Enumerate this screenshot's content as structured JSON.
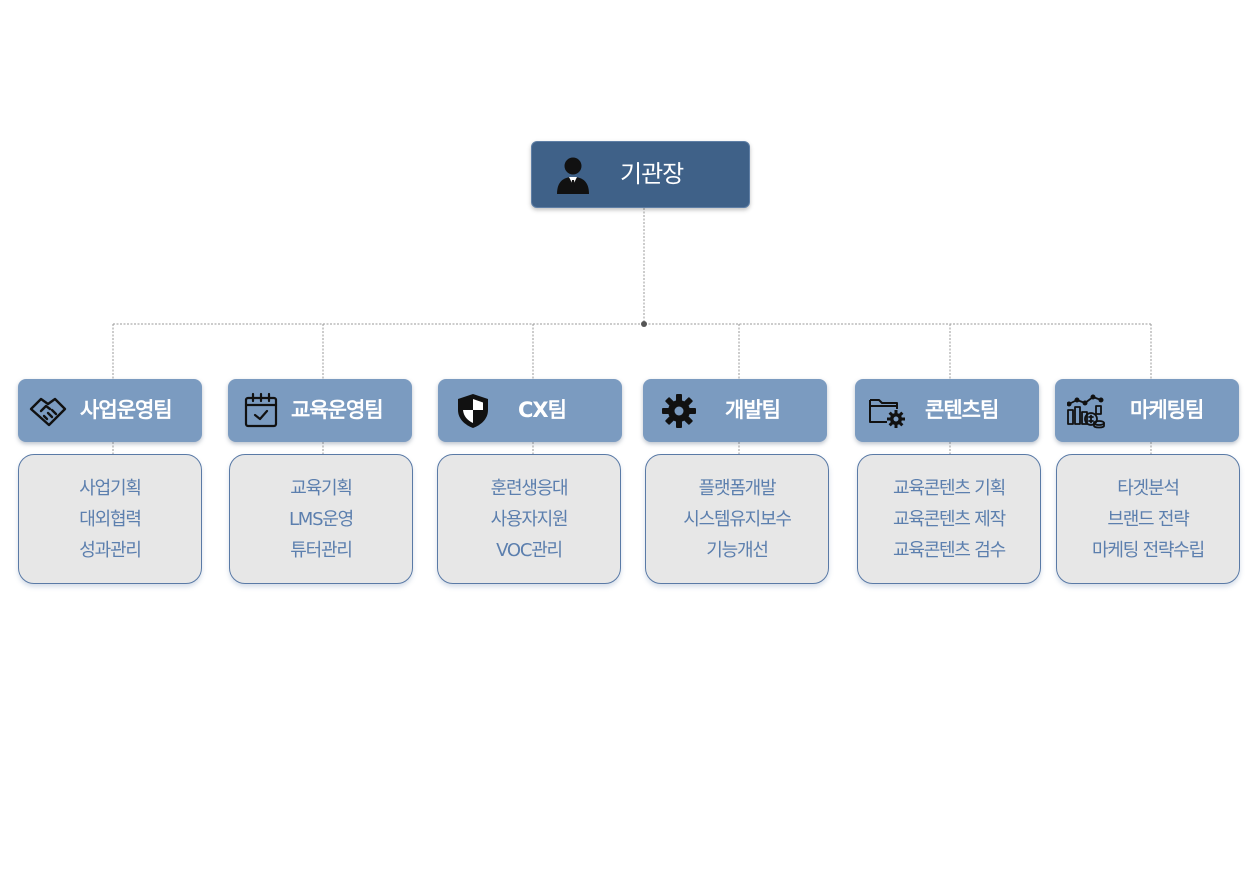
{
  "head": {
    "label": "기관장",
    "icon": "person-icon"
  },
  "teams": [
    {
      "label": "사업운영팀",
      "icon": "handshake-icon",
      "tasks": [
        "사업기획",
        "대외협력",
        "성과관리"
      ]
    },
    {
      "label": "교육운영팀",
      "icon": "calendar-check-icon",
      "tasks": [
        "교육기획",
        "LMS운영",
        "튜터관리"
      ]
    },
    {
      "label": "CX팀",
      "icon": "shield-icon",
      "tasks": [
        "훈련생응대",
        "사용자지원",
        "VOC관리"
      ]
    },
    {
      "label": "개발팀",
      "icon": "gear-icon",
      "tasks": [
        "플랫폼개발",
        "시스템유지보수",
        "기능개선"
      ]
    },
    {
      "label": "콘텐츠팀",
      "icon": "folder-gear-icon",
      "tasks": [
        "교육콘텐츠 기획",
        "교육콘텐츠 제작",
        "교육콘텐츠 검수"
      ]
    },
    {
      "label": "마케팅팀",
      "icon": "analytics-icon",
      "tasks": [
        "타겟분석",
        "브랜드 전략",
        "마케팅 전략수립"
      ]
    }
  ],
  "colors": {
    "head_fill": "#3f6188",
    "team_fill": "#7b9bc0",
    "task_fill": "#e7e7e7",
    "task_text": "#5c7fae",
    "connector": "#9a9a9a"
  }
}
